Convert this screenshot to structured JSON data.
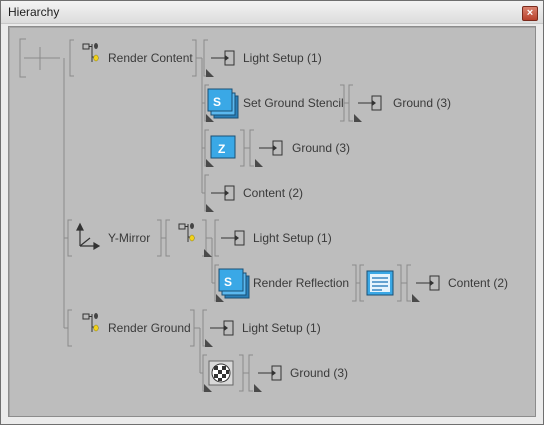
{
  "window": {
    "title": "Hierarchy"
  },
  "icons": {
    "close": "close-icon",
    "light": "light-bulb-icon",
    "arrow": "arrow-box-icon",
    "stencil": "stencil-pass-icon",
    "zbuffer": "z-buffer-icon",
    "axes": "axes-icon",
    "layers": "layers-icon",
    "checker": "checker-ball-icon"
  },
  "tree": {
    "render_content": {
      "label": "Render Content",
      "light_setup": "Light Setup (1)",
      "set_ground_stencil": {
        "label": "Set Ground Stencil",
        "icon_letter": "S",
        "ground": "Ground (3)"
      },
      "z_pass": {
        "icon_letter": "Z",
        "ground": "Ground (3)"
      },
      "content": "Content (2)"
    },
    "y_mirror": {
      "label": "Y-Mirror",
      "light_setup": "Light Setup (1)",
      "render_reflection": {
        "label": "Render Reflection",
        "icon_letter": "S",
        "content": "Content (2)"
      }
    },
    "render_ground": {
      "label": "Render Ground",
      "light_setup": "Light Setup (1)",
      "ground": "Ground (3)"
    }
  },
  "colors": {
    "panel_bg": "#bdbdbd",
    "line": "#8a8a8a",
    "icon_blue": "#3aa8e6",
    "bulb_yellow": "#f2d21c"
  }
}
